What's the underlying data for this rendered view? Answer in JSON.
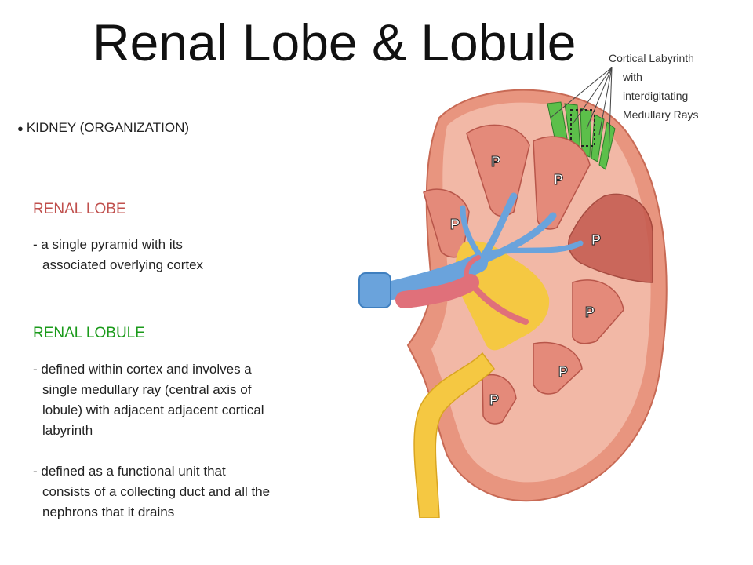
{
  "slide": {
    "title": "Renal Lobe & Lobule",
    "bullet": "KIDNEY (ORGANIZATION)",
    "renal_lobe": {
      "heading": "RENAL LOBE",
      "lines": [
        "- a single pyramid with its",
        "associated overlying cortex"
      ]
    },
    "renal_lobule": {
      "heading": "RENAL LOBULE",
      "def1": [
        "- defined within cortex and involves a",
        "single medullary ray (central axis of",
        "lobule) with adjacent adjacent cortical",
        "labyrinth"
      ],
      "def2": [
        "- defined as a functional unit that",
        "consists of a collecting duct and all the",
        "nephrons that it drains"
      ]
    }
  },
  "figure": {
    "callout": [
      "Cortical Labyrinth",
      "with",
      "interdigitating",
      "Medullary Rays"
    ],
    "pyramid_label": "P",
    "colors": {
      "cortex": "#f2b8a6",
      "capsule": "#e8957f",
      "pyramid": "#e48a7a",
      "vein": "#6aa3dc",
      "artery": "#e0707a",
      "fat_ureter": "#f5c842",
      "highlight_lobe": "#c45a4e",
      "medullary_rays": "#5cbf4a",
      "title_lobe": "#c0504d",
      "title_lobule": "#1a9a1a"
    }
  }
}
